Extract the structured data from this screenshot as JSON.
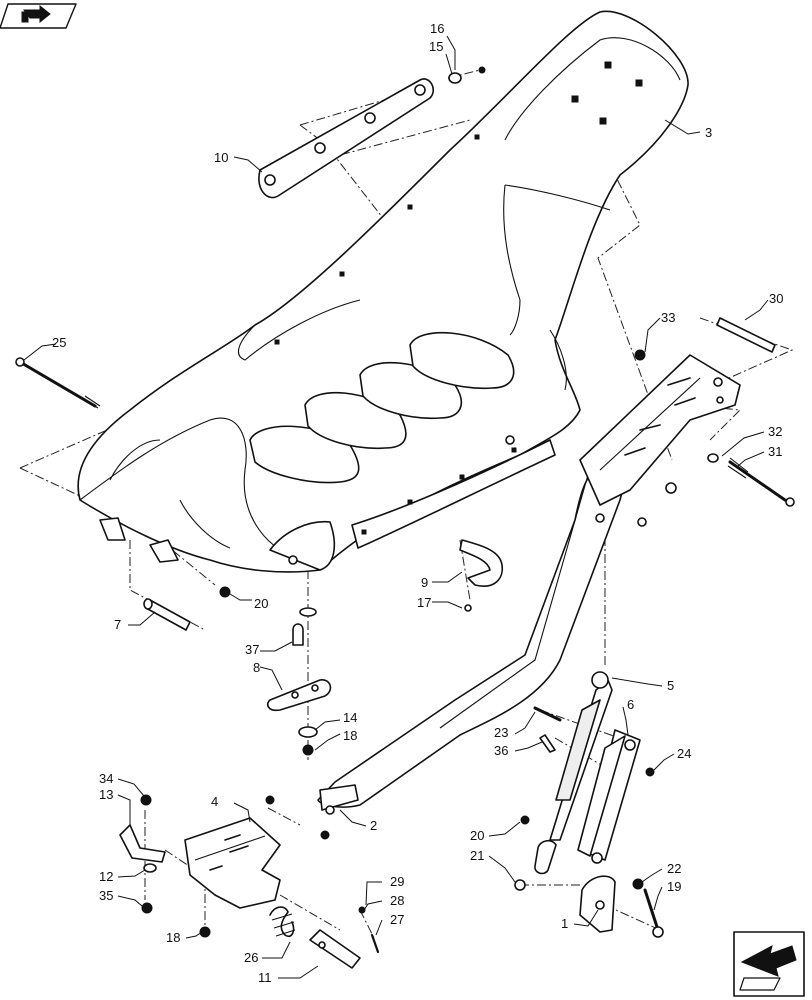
{
  "nav_icons": {
    "top_left": "book-arrow-icon",
    "bottom_right": "next-page-arrow-icon"
  },
  "callouts": {
    "c1": "1",
    "c2": "2",
    "c3": "3",
    "c4": "4",
    "c5": "5",
    "c6": "6",
    "c7": "7",
    "c8": "8",
    "c9": "9",
    "c10": "10",
    "c11": "11",
    "c12": "12",
    "c13": "13",
    "c14": "14",
    "c15": "15",
    "c16": "16",
    "c17": "17",
    "c18a": "18",
    "c18b": "18",
    "c19": "19",
    "c20a": "20",
    "c20b": "20",
    "c21": "21",
    "c22": "22",
    "c23": "23",
    "c24": "24",
    "c25": "25",
    "c26": "26",
    "c27": "27",
    "c28": "28",
    "c29": "29",
    "c30": "30",
    "c31": "31",
    "c32": "32",
    "c33": "33",
    "c34": "34",
    "c35": "35",
    "c36": "36",
    "c37": "37"
  }
}
